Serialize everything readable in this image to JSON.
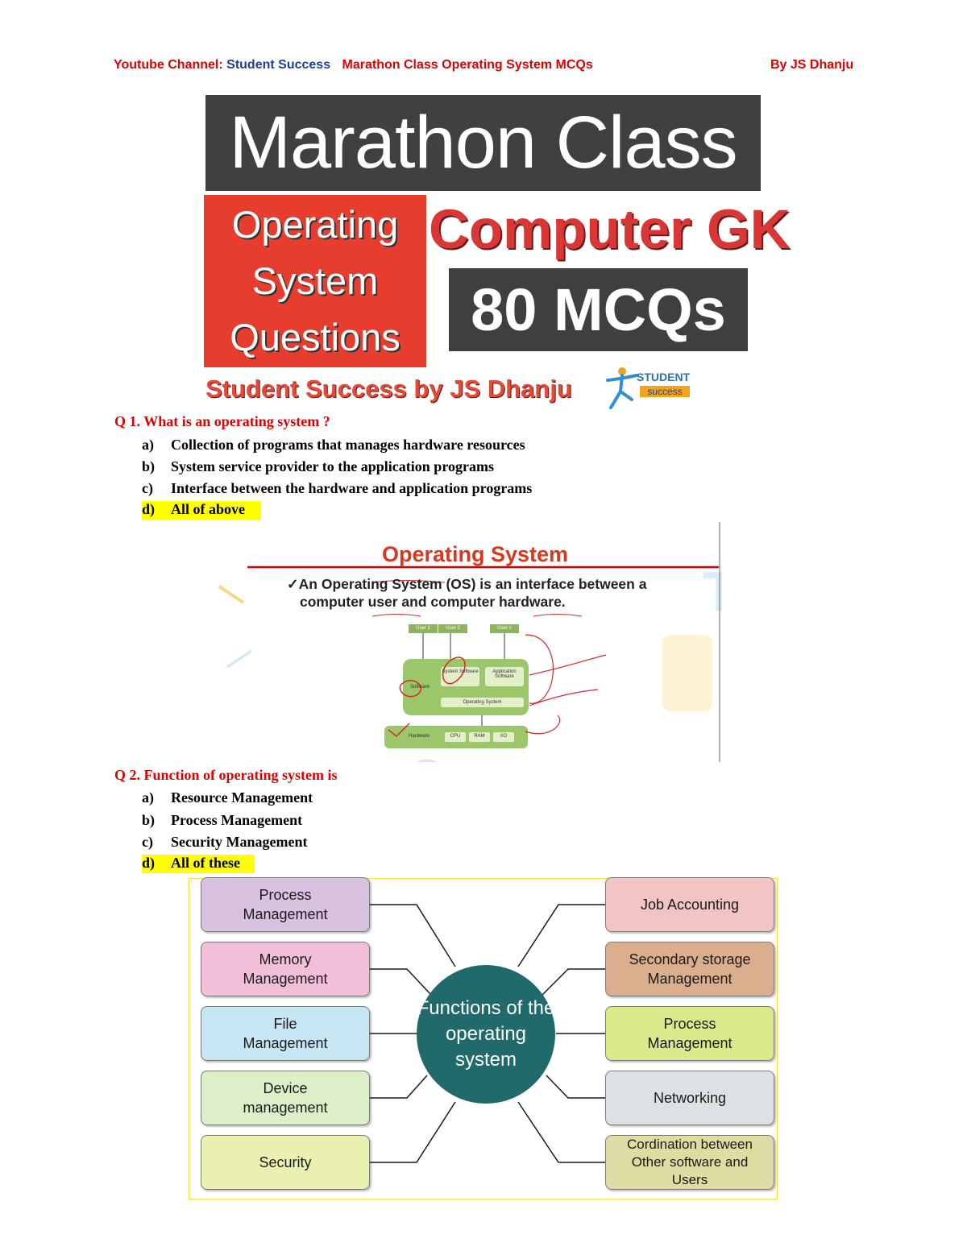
{
  "header": {
    "channel_label": "Youtube Channel:",
    "channel_name": "Student Success",
    "title": "Marathon Class Operating System MCQs",
    "author": "By JS Dhanju"
  },
  "banner": {
    "title": "Marathon Class",
    "os_line1": "Operating",
    "os_line2": "System",
    "os_line3": "Questions",
    "computer_gk": "Computer GK",
    "mcq_count": "80 MCQs",
    "byline": "Student Success by JS Dhanju",
    "logo_line1": "STUDENT",
    "logo_line2": "success"
  },
  "questions": [
    {
      "number": "Q 1.",
      "text": "What is an operating system ?",
      "options": [
        {
          "letter": "a)",
          "text": "Collection of programs that manages hardware resources"
        },
        {
          "letter": "b)",
          "text": "System service provider to the application programs"
        },
        {
          "letter": "c)",
          "text": "Interface between the hardware and application programs"
        },
        {
          "letter": "d)",
          "text": "All of above"
        }
      ],
      "answer_index": 3
    },
    {
      "number": "Q 2.",
      "text": "Function of operating system is",
      "options": [
        {
          "letter": "a)",
          "text": "Resource Management"
        },
        {
          "letter": "b)",
          "text": "Process Management"
        },
        {
          "letter": "c)",
          "text": "Security Management"
        },
        {
          "letter": "d)",
          "text": "All of these"
        }
      ],
      "answer_index": 3
    }
  ],
  "os_figure": {
    "title": "Operating System",
    "line1": "✓An Operating System (OS) is an interface between a",
    "line2": "computer user and computer hardware.",
    "user1": "User 1",
    "user2": "User 2",
    "usern": "User n",
    "system_software": "System Software",
    "application_software": "Application Software",
    "software": "Software",
    "operating_system": "Operating System",
    "hardware": "Hardware",
    "cpu": "CPU",
    "ram": "RAM",
    "io": "I/O"
  },
  "functions_diagram": {
    "center": "Functions of the operating system",
    "left": [
      {
        "label": "Process Management",
        "color": "#d9c2e0"
      },
      {
        "label": "Memory Management",
        "color": "#f2bfd9"
      },
      {
        "label": "File Management",
        "color": "#c5e6f2"
      },
      {
        "label": "Device management",
        "color": "#dcefc8"
      },
      {
        "label": "Security",
        "color": "#eaf0b0"
      }
    ],
    "right": [
      {
        "label": "Job Accounting",
        "color": "#f2c4c4"
      },
      {
        "label": "Secondary storage Management",
        "color": "#dbae8e"
      },
      {
        "label": "Process Management",
        "color": "#dbe98a"
      },
      {
        "label": "Networking",
        "color": "#dde1e4"
      },
      {
        "label": "Cordination between Other software and Users",
        "color": "#dedca2"
      }
    ]
  }
}
